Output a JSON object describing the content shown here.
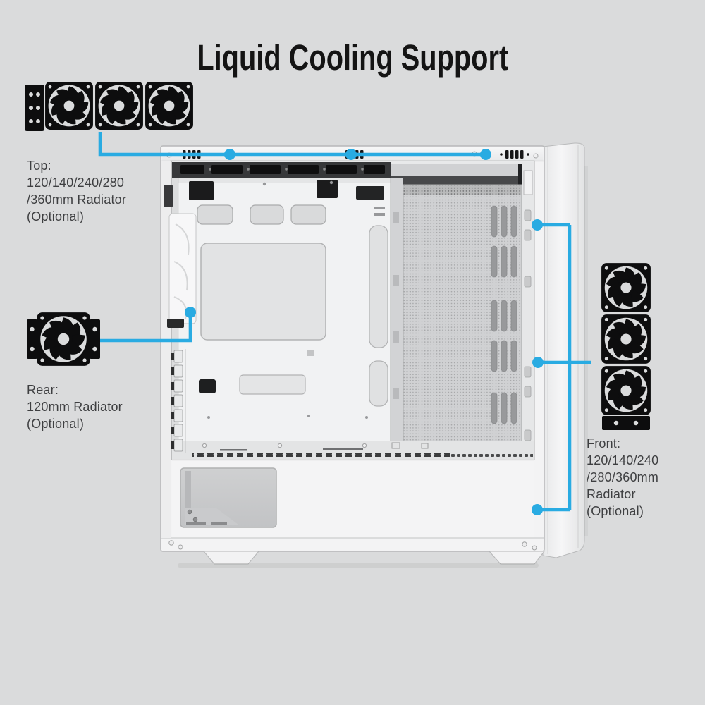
{
  "title": "Liquid Cooling Support",
  "colors": {
    "background": "#dadbdc",
    "accent_blue": "#29abe2",
    "illustration_black": "#0d0d0e",
    "caption_text": "#3e3f41",
    "title_text": "#141414",
    "case_white": "#f3f3f4"
  },
  "callouts": {
    "top": {
      "icon": "triple-fan-radiator-horizontal-icon",
      "lines": [
        "Top:",
        "120/140/240/280",
        "/360mm Radiator",
        "(Optional)"
      ],
      "mount_dots": 3
    },
    "rear": {
      "icon": "single-fan-radiator-icon",
      "lines": [
        "Rear:",
        "120mm Radiator",
        "(Optional)"
      ],
      "mount_dots": 1
    },
    "front": {
      "icon": "triple-fan-radiator-vertical-icon",
      "lines": [
        "Front:",
        "120/140/240",
        "/280/360mm",
        "Radiator",
        "(Optional)"
      ],
      "mount_dots": 3
    }
  }
}
